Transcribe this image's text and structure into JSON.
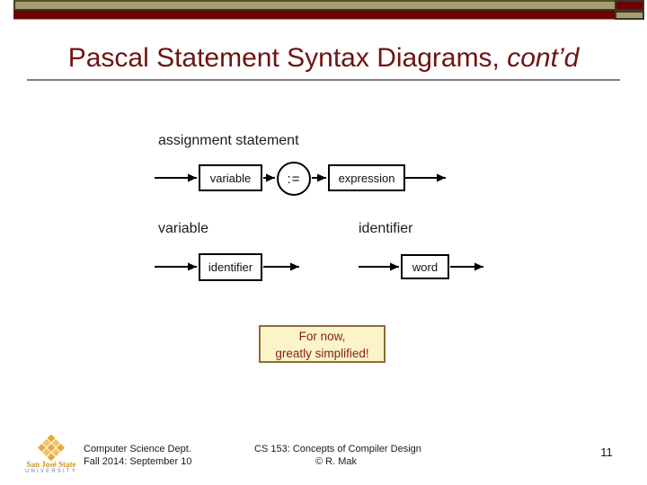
{
  "title": {
    "main": "Pascal Statement Syntax Diagrams, ",
    "italic": "cont’d"
  },
  "diagrams": {
    "assignment": {
      "label": "assignment statement",
      "box1": "variable",
      "operator": ":=",
      "box2": "expression"
    },
    "variable": {
      "label": "variable",
      "box1": "identifier"
    },
    "identifier": {
      "label": "identifier",
      "box1": "word"
    }
  },
  "note": {
    "line1": "For now,",
    "line2": "greatly simplified!"
  },
  "footer": {
    "logo_name": "San José State",
    "logo_sub": "UNIVERSITY",
    "dept_line1": "Computer Science Dept.",
    "dept_line2": "Fall 2014: September 10",
    "course_line1": "CS 153: Concepts of Compiler Design",
    "course_line2": "© R. Mak",
    "page_number": "11"
  },
  "colors": {
    "bar_khaki": "#A49F72",
    "bar_maroon": "#6C0004",
    "title_maroon": "#6E1414",
    "note_bg": "#FBF4C9",
    "note_border": "#8C6D35",
    "note_text": "#8A1F12",
    "logo_gold": "#E9A93D",
    "logo_blue": "#5B7FAE"
  }
}
